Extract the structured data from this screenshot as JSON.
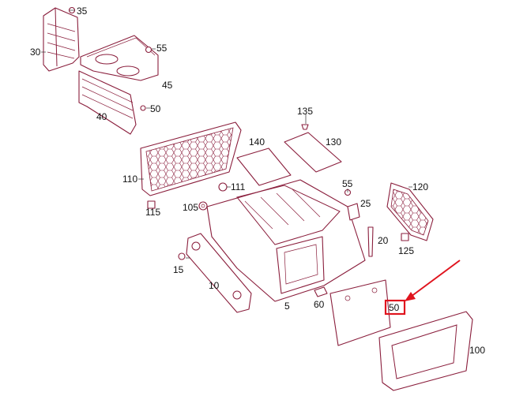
{
  "diagram": {
    "labels": {
      "p35": "35",
      "p30": "30",
      "p55a": "55",
      "p45": "45",
      "p50a": "50",
      "p40": "40",
      "p135": "135",
      "p130": "130",
      "p140": "140",
      "p110": "110",
      "p111": "111",
      "p55b": "55",
      "p120": "120",
      "p115": "115",
      "p105": "105",
      "p25": "25",
      "p20": "20",
      "p125": "125",
      "p15": "15",
      "p10": "10",
      "p5": "5",
      "p60": "60",
      "p50b": "50",
      "p100": "100"
    },
    "highlight": {
      "label": "50",
      "color": "#e0141e"
    },
    "line_color": "#8a1e3c"
  }
}
